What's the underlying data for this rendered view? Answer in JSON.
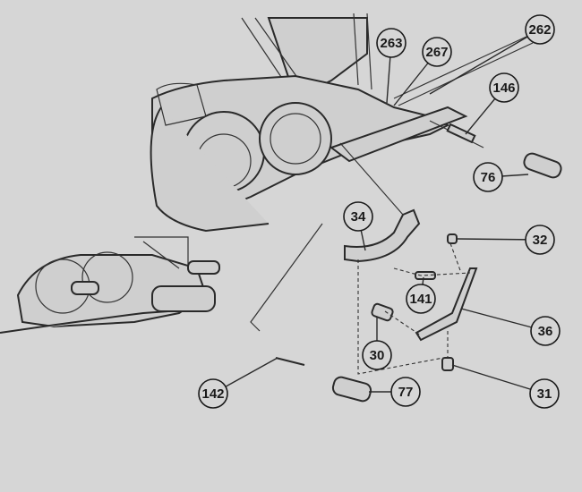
{
  "diagram": {
    "type": "exploded-parts-diagram",
    "callouts": [
      {
        "id": "263"
      },
      {
        "id": "267"
      },
      {
        "id": "262"
      },
      {
        "id": "146"
      },
      {
        "id": "76"
      },
      {
        "id": "34"
      },
      {
        "id": "32"
      },
      {
        "id": "141"
      },
      {
        "id": "36"
      },
      {
        "id": "30"
      },
      {
        "id": "31"
      },
      {
        "id": "142"
      },
      {
        "id": "77"
      }
    ]
  }
}
